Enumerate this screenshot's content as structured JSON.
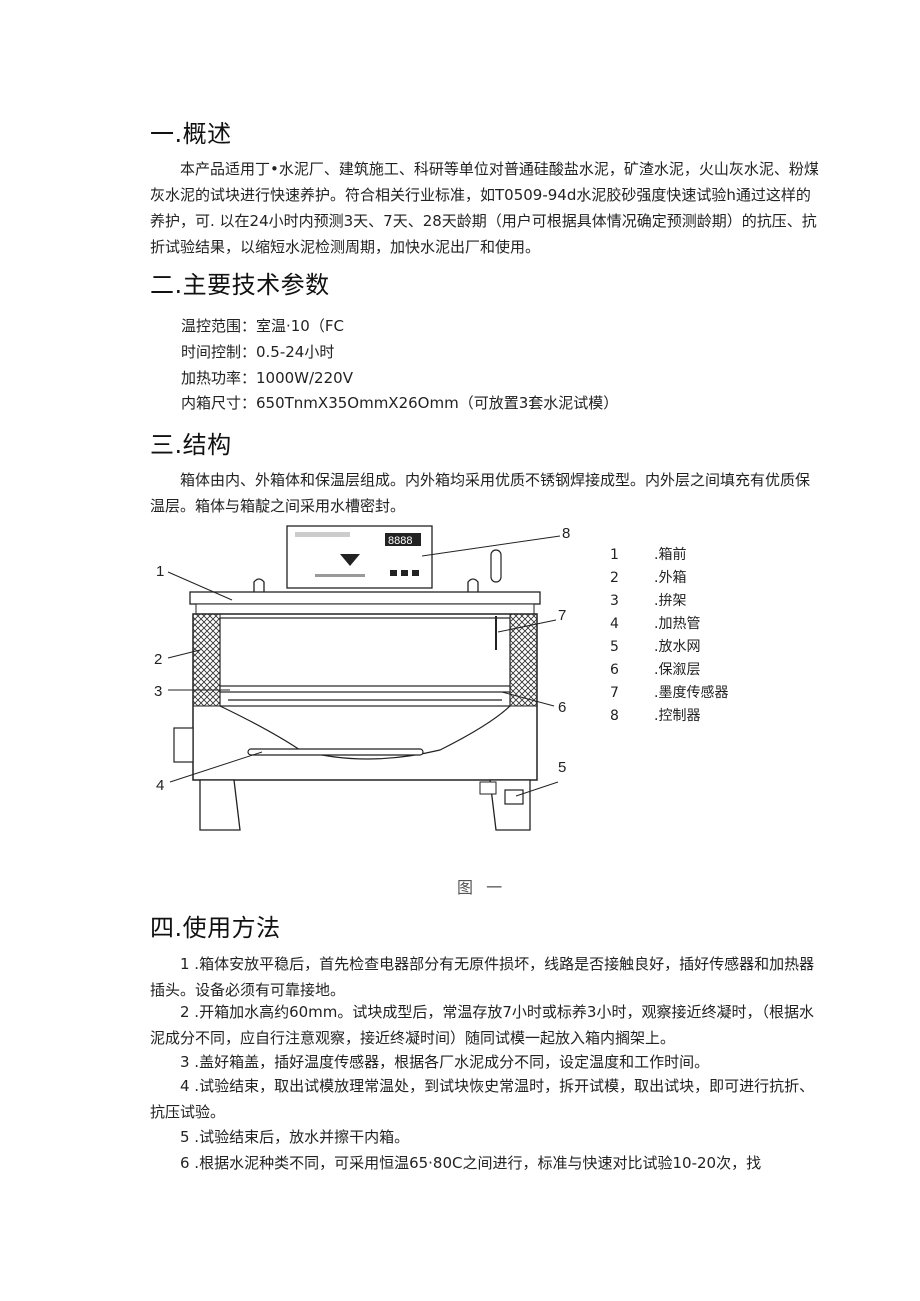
{
  "sections": {
    "overview": {
      "heading": "一.概述",
      "body": "本产品适用丁•水泥厂、建筑施工、科研等单位对普通硅酸盐水泥，矿渣水泥，火山灰水泥、粉煤灰水泥的试块进行快速养护。符合相关行业标准，如T0509-94d水泥胶砂强度快速试验h通过这样的养护，可. 以在24小时内预测3天、7天、28天龄期（用户可根据具体情况确定预测龄期）的抗压、抗折试验结果，以缩短水泥检测周期，加快水泥出厂和使用。"
    },
    "params": {
      "heading": "二.主要技术参数",
      "items": [
        "温控范围：室温·10（FC",
        "时间控制：0.5-24小时",
        "加热功率：1000W/220V",
        "内箱尺寸：650TnmX35OmmX26Omm（可放置3套水泥试模）"
      ]
    },
    "structure": {
      "heading": "三.结构",
      "body": "箱体由内、外箱体和保温层组成。内外箱均采用优质不锈钢焊接成型。内外层之间填充有优质保温层。箱体与箱靛之间采用水槽密封。",
      "legend": [
        {
          "num": "1",
          "label": ".箱前"
        },
        {
          "num": "2",
          "label": ".外箱"
        },
        {
          "num": "3",
          "label": ".拚架"
        },
        {
          "num": "4",
          "label": ".加热管"
        },
        {
          "num": "5",
          "label": ".放水网"
        },
        {
          "num": "6",
          "label": ".保溆层"
        },
        {
          "num": "7",
          "label": ".墨度传感器"
        },
        {
          "num": "8",
          "label": ".控制器"
        }
      ],
      "diagram_callouts": [
        "1",
        "2",
        "3",
        "4",
        "5",
        "6",
        "7",
        "8"
      ],
      "controller_display": "8888",
      "caption": "图 一"
    },
    "usage": {
      "heading": "四.使用方法",
      "steps": [
        "1 .箱体安放平稳后，首先检查电器部分有无原件损坏，线路是否接触良好，插好传感器和加热器插头。设备必须有可靠接地。",
        "2 .开箱加水高约60mm。试块成型后，常温存放7小时或标养3小时，观察接近终凝时，（根据水泥成分不同，应自行注意观察，接近终凝时间）随同试模一起放入箱内搁架上。",
        "3 .盖好箱盖，插好温度传感器，根据各厂水泥成分不同，设定温度和工作时间。",
        "4 .试验结束，取出试模放理常温处，到试块恢史常温时，拆开试模，取出试块，即可进行抗折、抗压试验。",
        "5 .试验结束后，放水并擦干内箱。",
        "6 .根据水泥种类不同，可采用恒温65·80C之间进行，标准与快速对比试验10-20次，找"
      ]
    }
  }
}
